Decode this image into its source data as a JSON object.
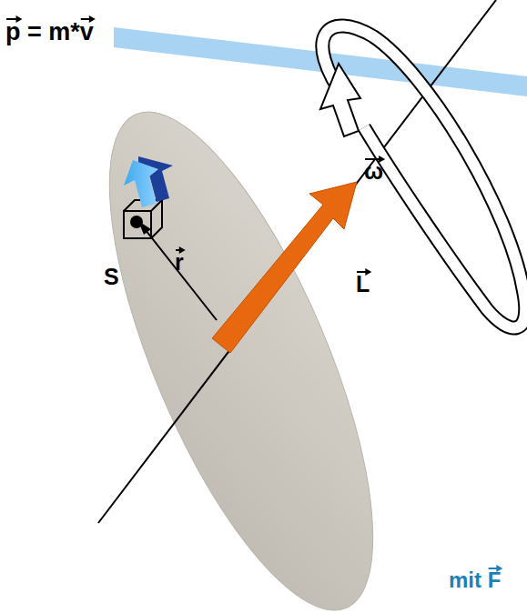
{
  "diagram": {
    "labels": [
      "p = m*v",
      "S",
      "r",
      "L",
      "ω",
      "mit F"
    ]
  }
}
